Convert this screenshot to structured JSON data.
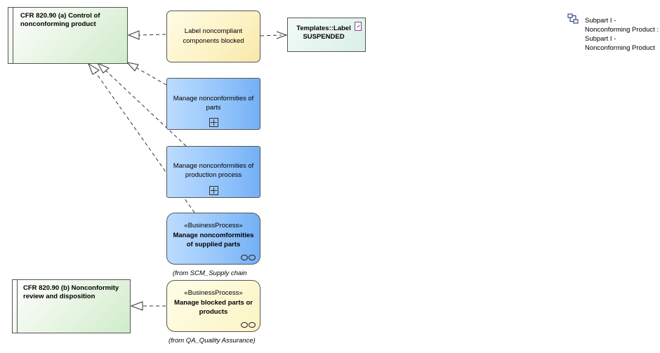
{
  "requirements": {
    "control": "CFR 820.90 (a) Control of nonconforming product",
    "review": "CFR 820.90 (b) Nonconformity review and disposition"
  },
  "activity": {
    "label_blocked": "Label noncompliant components blocked"
  },
  "artifact": {
    "name": "Templates::Label",
    "state": "SUSPENDED",
    "icon": "document-icon"
  },
  "subprocesses": {
    "parts": "Manage nonconformities of parts",
    "production": "Manage nonconformities of production process"
  },
  "business_processes": {
    "supplied": {
      "stereotype": "«BusinessProcess»",
      "name": "Manage noncomformities of supplied parts",
      "from": "(from SCM_Supply chain"
    },
    "blocked": {
      "stereotype": "«BusinessProcess»",
      "name": "Manage blocked parts or products",
      "from": "(from QA_Quality Assurance)"
    }
  },
  "package_link": {
    "icon": "package-link-icon",
    "text": "Subpart I - Nonconforming Product : Subpart I - Nonconforming Product"
  }
}
